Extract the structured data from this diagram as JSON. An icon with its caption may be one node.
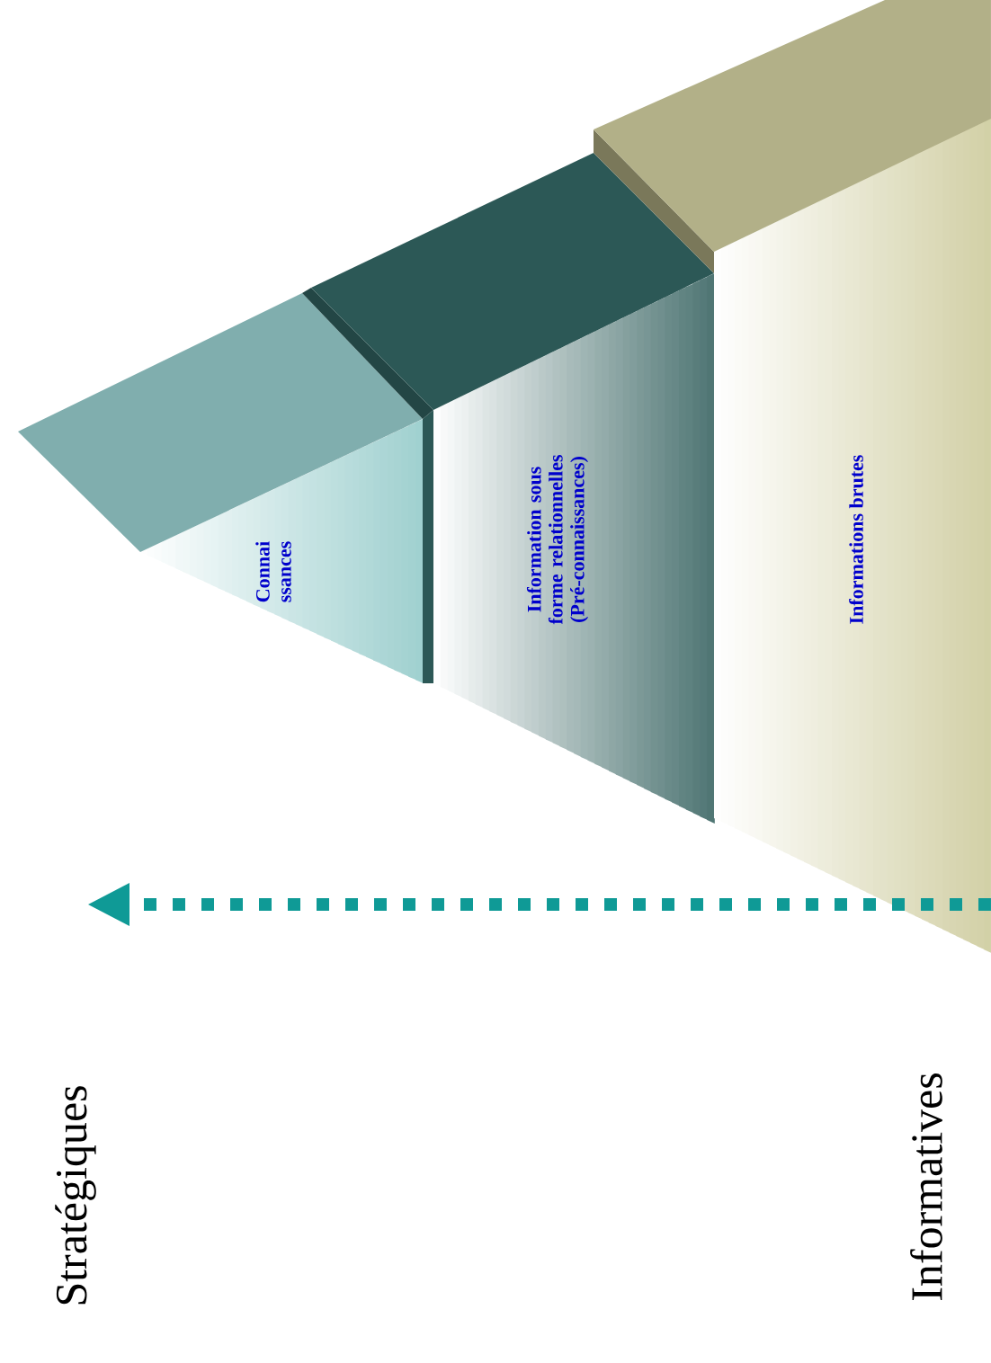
{
  "diagram": {
    "nodes": [
      {
        "text": [
          "Connai ssances"
        ]
      },
      {
        "text": [
          "Information sous forme relationnelles (Pré-connaissances)"
        ]
      },
      {
        "text": [
          "Informations brutes"
        ]
      }
    ],
    "edges": [],
    "labels": [
      "Stratégiques",
      "Informatives"
    ]
  }
}
